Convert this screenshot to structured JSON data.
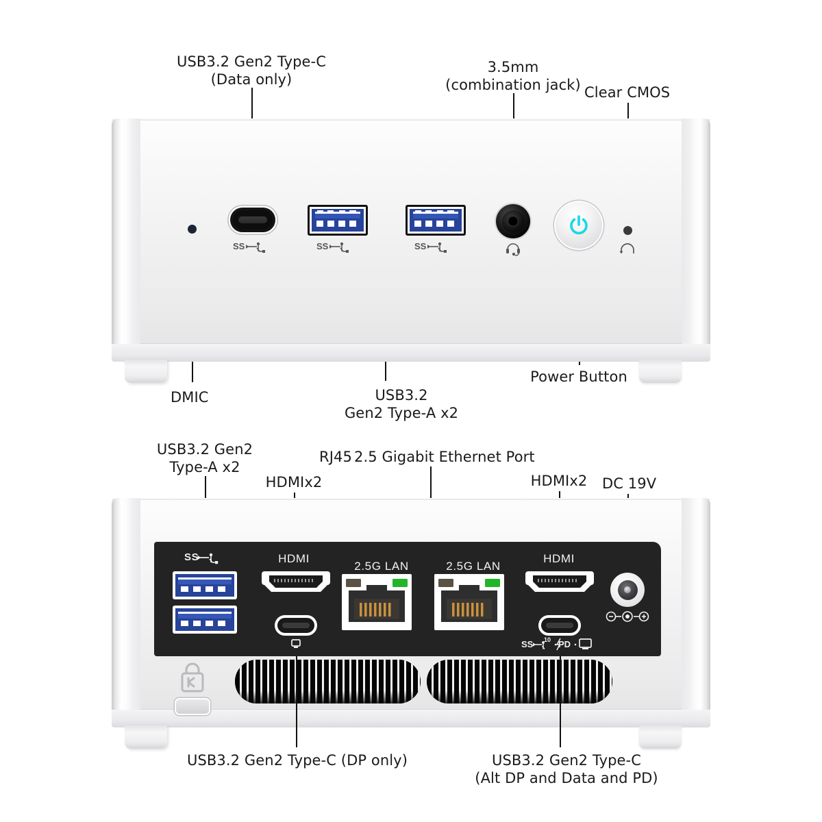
{
  "diagram": {
    "title": "Mini PC front and rear I/O port diagram",
    "accent_power_color": "#18d8e8",
    "usb_blue": "#27439a",
    "lan_led_green": "#22b52a",
    "plate_color": "#232323"
  },
  "front": {
    "callouts": {
      "usb_c_data": "USB3.2 Gen2 Type-C\n(Data only)",
      "audio_jack": "3.5mm\n(combination jack)",
      "clear_cmos": "Clear CMOS",
      "dmic": "DMIC",
      "usb_a_x2": "USB3.2\nGen2 Type-A x2",
      "power_button": "Power Button"
    },
    "port_marks": {
      "usb_c": "SS",
      "usb_a_1": "SS",
      "usb_a_2": "SS",
      "headset": "headset-icon",
      "power": "power-icon",
      "cmos_reset": "reset-arc-icon"
    }
  },
  "rear": {
    "callouts": {
      "usb_a_x2": "USB3.2 Gen2\nType-A x2",
      "hdmi_left": "HDMIx2",
      "rj45": "RJ45",
      "ethernet": "2.5 Gigabit Ethernet Port",
      "hdmi_right": "HDMIx2",
      "dc_in": "DC 19V",
      "usb_c_dp": "USB3.2 Gen2 Type-C (DP only)",
      "usb_c_alt": "USB3.2 Gen2 Type-C\n(Alt DP and Data and PD)"
    },
    "plate_labels": {
      "usb_a": "SS",
      "hdmi_1": "HDMI",
      "lan_1": "2.5G LAN",
      "lan_2": "2.5G LAN",
      "hdmi_2": "HDMI",
      "usb_c_pd": "SS 10 PD"
    },
    "dc_polarity": "negative-center-positive",
    "lock": "kensington-lock-icon"
  }
}
